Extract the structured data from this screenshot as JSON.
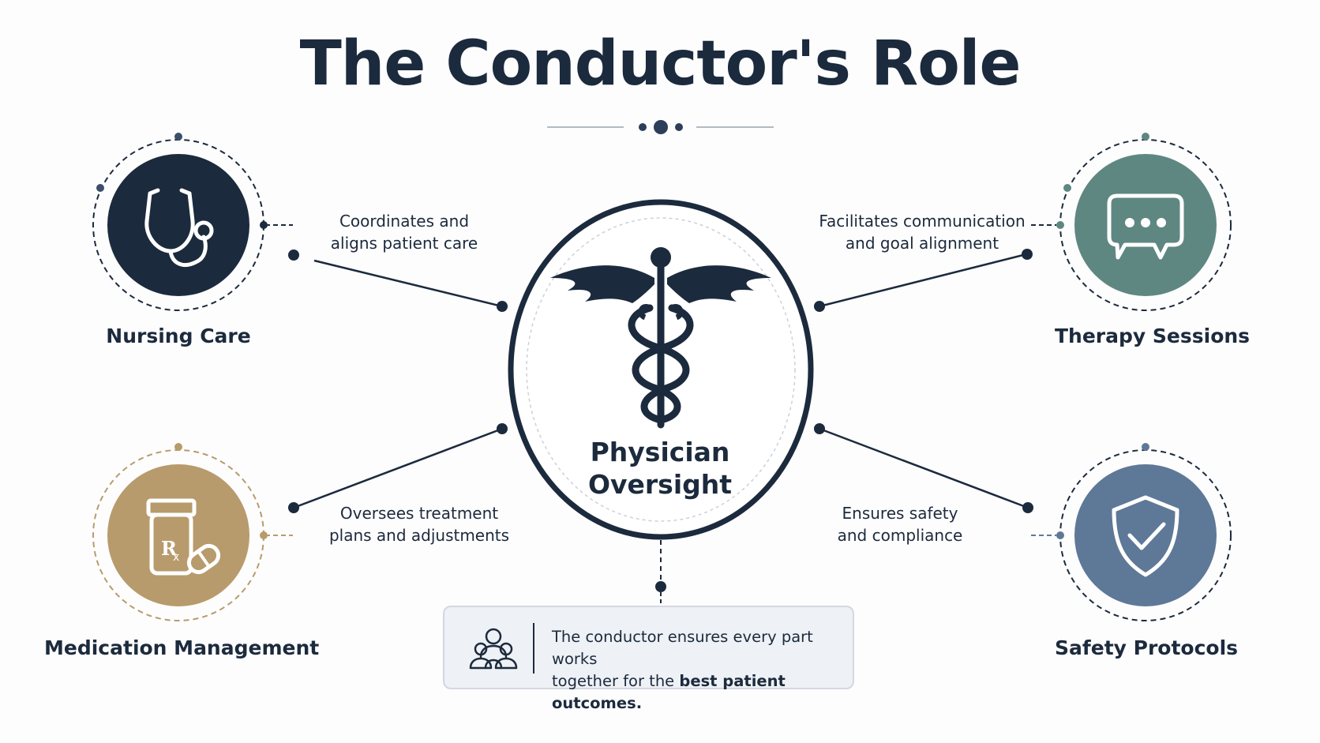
{
  "title": "The Conductor's Role",
  "center": {
    "line1": "Physician",
    "line2": "Oversight",
    "icon": "caduceus-icon"
  },
  "nodes": {
    "nursing": {
      "label": "Nursing Care",
      "icon": "stethoscope-icon",
      "color": "#1c2a3d"
    },
    "therapy": {
      "label": "Therapy Sessions",
      "icon": "speech-bubble-icon",
      "color": "#5f8781"
    },
    "medication": {
      "label": "Medication Management",
      "icon": "prescription-bottle-icon",
      "color": "#b89b6c"
    },
    "safety": {
      "label": "Safety Protocols",
      "icon": "shield-check-icon",
      "color": "#5e7898"
    }
  },
  "descriptions": {
    "nursing": {
      "line1": "Coordinates and",
      "line2": "aligns patient care"
    },
    "therapy": {
      "line1": "Facilitates communication",
      "line2": "and goal alignment"
    },
    "medication": {
      "line1": "Oversees treatment",
      "line2": "plans and adjustments"
    },
    "safety": {
      "line1": "Ensures safety",
      "line2": "and compliance"
    }
  },
  "footer": {
    "icon": "team-icon",
    "line1": "The conductor ensures every part works",
    "line2_prefix": "together for the ",
    "line2_bold": "best patient outcomes."
  },
  "colors": {
    "navy": "#1c2a3d",
    "teal": "#5f8781",
    "gold": "#b89b6c",
    "slate": "#5e7898"
  }
}
